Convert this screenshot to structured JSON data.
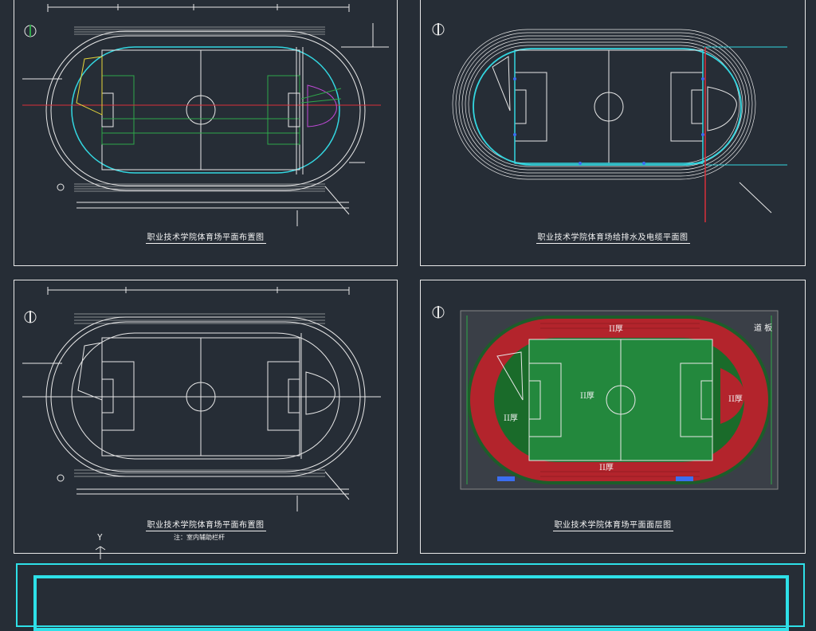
{
  "sheets": {
    "layout_general": "职业技术学院体育场平面布置图",
    "drainage_power": "职业技术学院体育场给排水及电缆平面图",
    "layout_plan": "职业技术学院体育场平面布置图",
    "layout_plan_note": "注：室内辅助栏杆",
    "surface_plan": "职业技术学院体育场平面面层图"
  },
  "surface_labels": {
    "top_track": "II厚",
    "bottom_track": "II厚",
    "field": "II厚",
    "left_d": "II厚",
    "right_d": "II厚",
    "corner": "道 板"
  },
  "axis": {
    "y": "Y"
  },
  "colors": {
    "background": "#262d36",
    "line_white": "#e8e8e8",
    "track_cyan": "#33d6e0",
    "field_green": "#2ea84a",
    "track_red": "#b3242c",
    "frame_cyan": "#2ee0e8"
  }
}
